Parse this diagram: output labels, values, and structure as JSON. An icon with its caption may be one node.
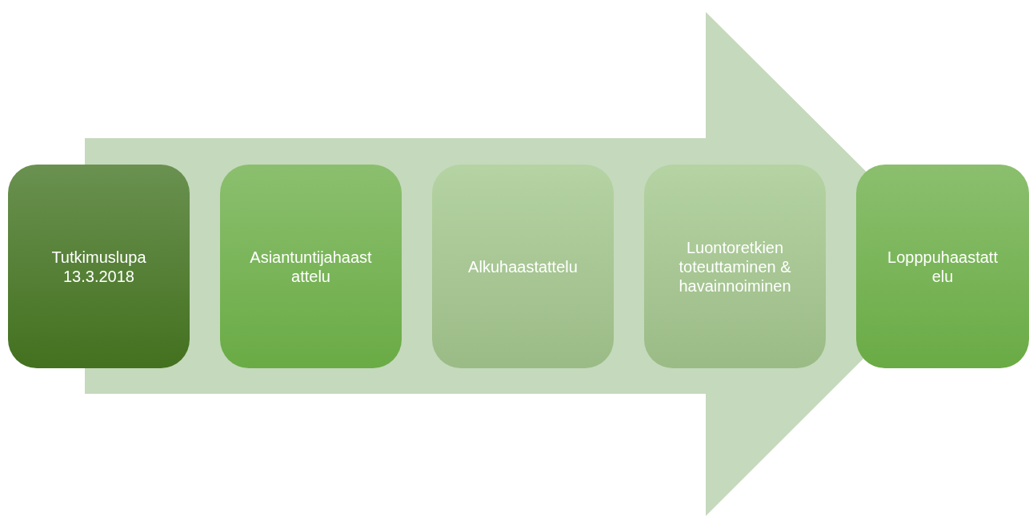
{
  "diagram": {
    "nodes": [
      {
        "text": [],
        "shape": "arrow"
      },
      {
        "text": [
          "Tutkimuslupa 13.3.2018"
        ]
      },
      {
        "text": [
          "Asiantuntijahaastattelu"
        ],
        "in": 0
      },
      {
        "text": [
          "Alkuhaastattelu"
        ],
        "in": 0
      },
      {
        "text": [
          "Luontoretkien toteuttaminen & havainnoiminen"
        ],
        "in": 0
      },
      {
        "text": [
          "Lopppuhaastattelu"
        ]
      }
    ]
  }
}
